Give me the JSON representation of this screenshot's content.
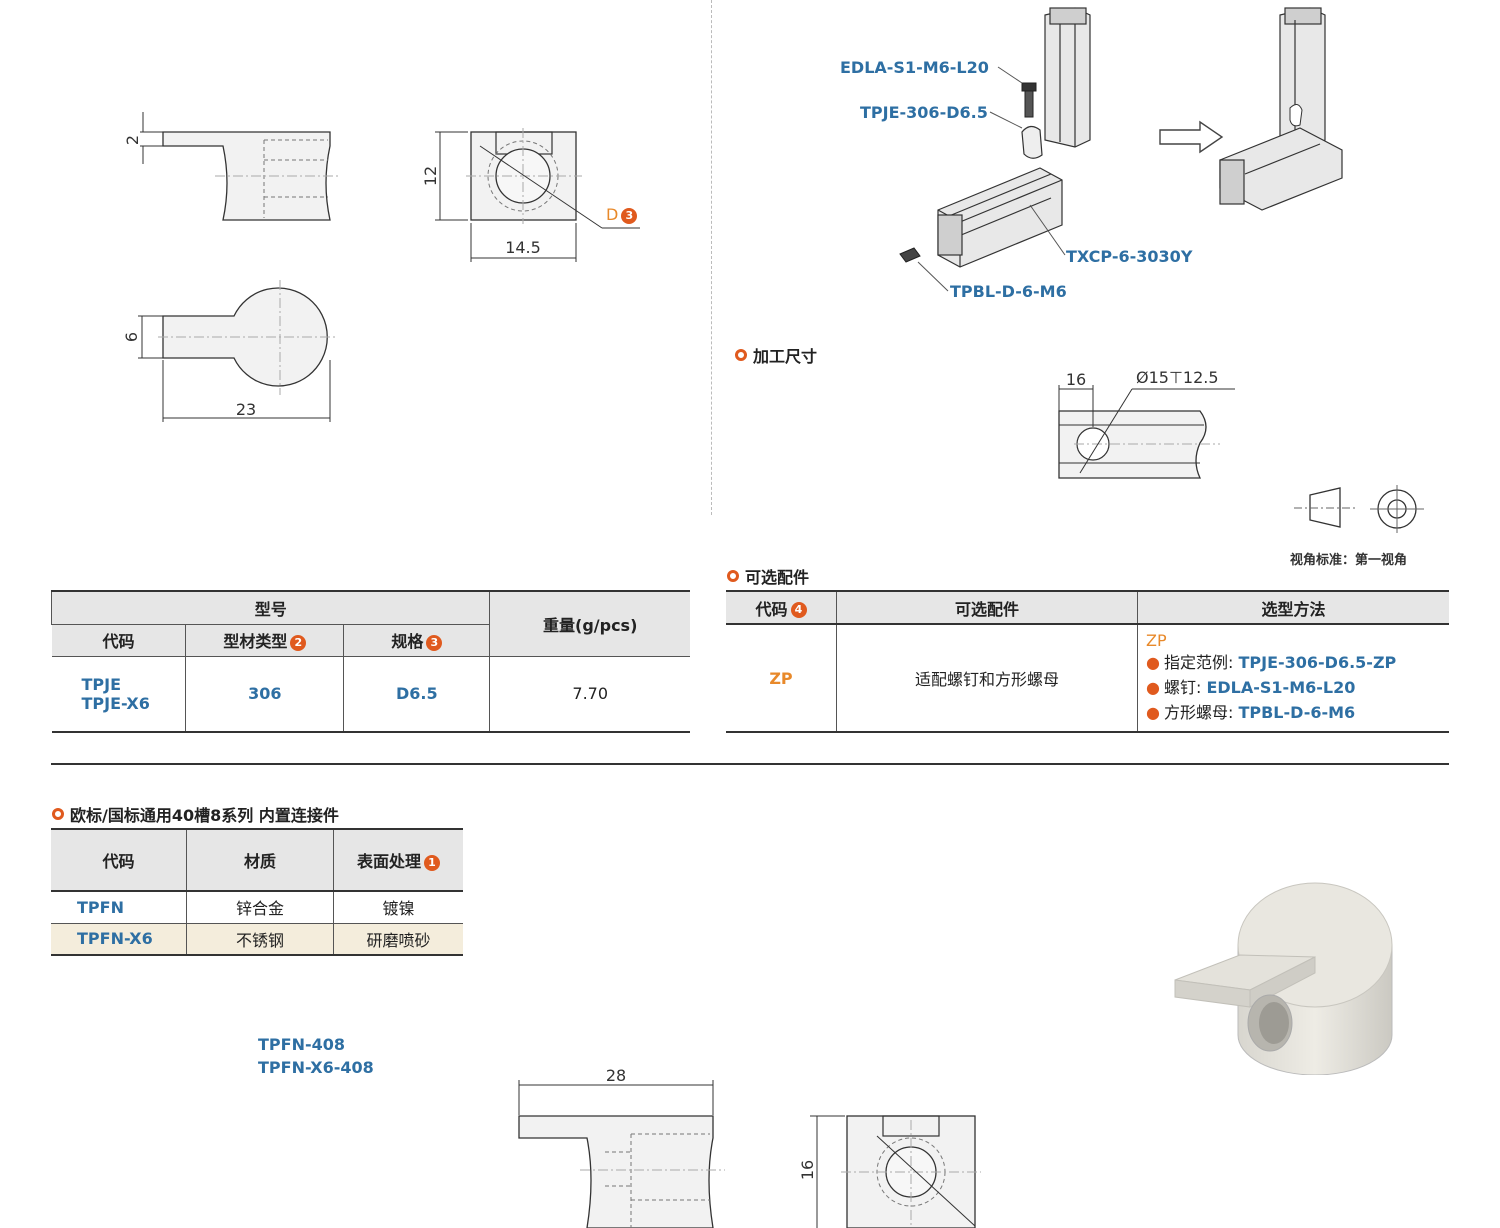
{
  "drawing1": {
    "dim_thickness": "2",
    "dim_height": "12",
    "dim_width": "14.5",
    "dim_d": "D",
    "dim_neck": "6",
    "dim_length": "23"
  },
  "assembly": {
    "screw": "EDLA-S1-M6-L20",
    "connector": "TPJE-306-D6.5",
    "profile": "TXCP-6-3030Y",
    "nut": "TPBL-D-6-M6"
  },
  "machining": {
    "title": "加工尺寸",
    "dim_offset": "16",
    "dim_hole": "Ø15⊤12.5",
    "view_standard": "视角标准：第一视角"
  },
  "optional": {
    "title": "可选配件"
  },
  "table1": {
    "h_model": "型号",
    "h_code": "代码",
    "h_profile_type": "型材类型",
    "h_spec": "规格",
    "h_weight": "重量(g/pcs)",
    "row": {
      "code1": "TPJE",
      "code2": "TPJE-X6",
      "profile_type": "306",
      "spec": "D6.5",
      "weight": "7.70"
    }
  },
  "table2": {
    "h_code": "代码",
    "h_acc": "可选配件",
    "h_method": "选型方法",
    "row": {
      "code": "ZP",
      "acc": "适配螺钉和方形螺母",
      "method_code": "ZP",
      "l1_label": "指定范例:",
      "l1_value": "TPJE-306-D6.5-ZP",
      "l2_label": "螺钉:",
      "l2_value": "EDLA-S1-M6-L20",
      "l3_label": "方形螺母:",
      "l3_value": "TPBL-D-6-M6"
    }
  },
  "section2": {
    "title": "欧标/国标通用40槽8系列 内置连接件"
  },
  "table3": {
    "h_code": "代码",
    "h_material": "材质",
    "h_surface": "表面处理",
    "rows": [
      {
        "code": "TPFN",
        "material": "锌合金",
        "surface": "镀镍"
      },
      {
        "code": "TPFN-X6",
        "material": "不锈钢",
        "surface": "研磨喷砂"
      }
    ]
  },
  "model_labels": {
    "m1": "TPFN-408",
    "m2": "TPFN-X6-408"
  },
  "drawing2": {
    "dim_length": "28",
    "dim_height": "16"
  },
  "badges": {
    "b1": "1",
    "b2": "2",
    "b3": "3",
    "b4": "4"
  },
  "colors": {
    "accent": "#e05a1e",
    "link": "#2e6fa3",
    "zp": "#e8892a",
    "row_highlight": "#f4eddc",
    "header_gray": "#e6e6e6"
  }
}
